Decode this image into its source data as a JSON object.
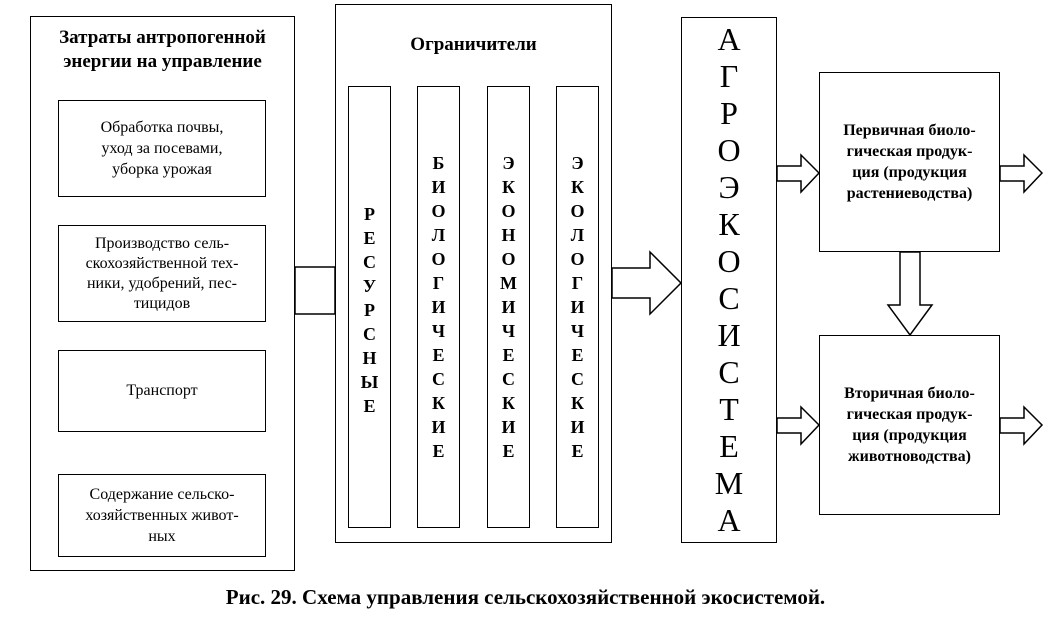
{
  "costs": {
    "title": [
      "Затраты антропогенной",
      "энергии на управление"
    ],
    "items": [
      [
        "Обработка почвы,",
        "уход за посевами,",
        "уборка урожая"
      ],
      [
        "Производство сель-",
        "скохозяйственной тех-",
        "ники, удобрений, пес-",
        "тицидов"
      ],
      [
        "Транспорт"
      ],
      [
        "Содержание сельско-",
        "хозяйственных живот-",
        "ных"
      ]
    ]
  },
  "limiters": {
    "title": "Ограничители",
    "columns": [
      "РЕСУРСНЫЕ",
      "БИОЛОГИЧЕСКИЕ",
      "ЭКОНОМИЧЕСКИЕ",
      "ЭКОЛОГИЧЕСКИЕ"
    ]
  },
  "agroecosystem": "АГРОЭКОСИСТЕМА",
  "primary": [
    "Первичная биоло-",
    "гическая продук-",
    "ция (продукция",
    "растениеводства)"
  ],
  "secondary": [
    "Вторичная биоло-",
    "гическая продук-",
    "ция (продукция",
    "животноводства)"
  ],
  "caption": "Рис. 29. Схема управления сельскохозяйственной экосистемой."
}
